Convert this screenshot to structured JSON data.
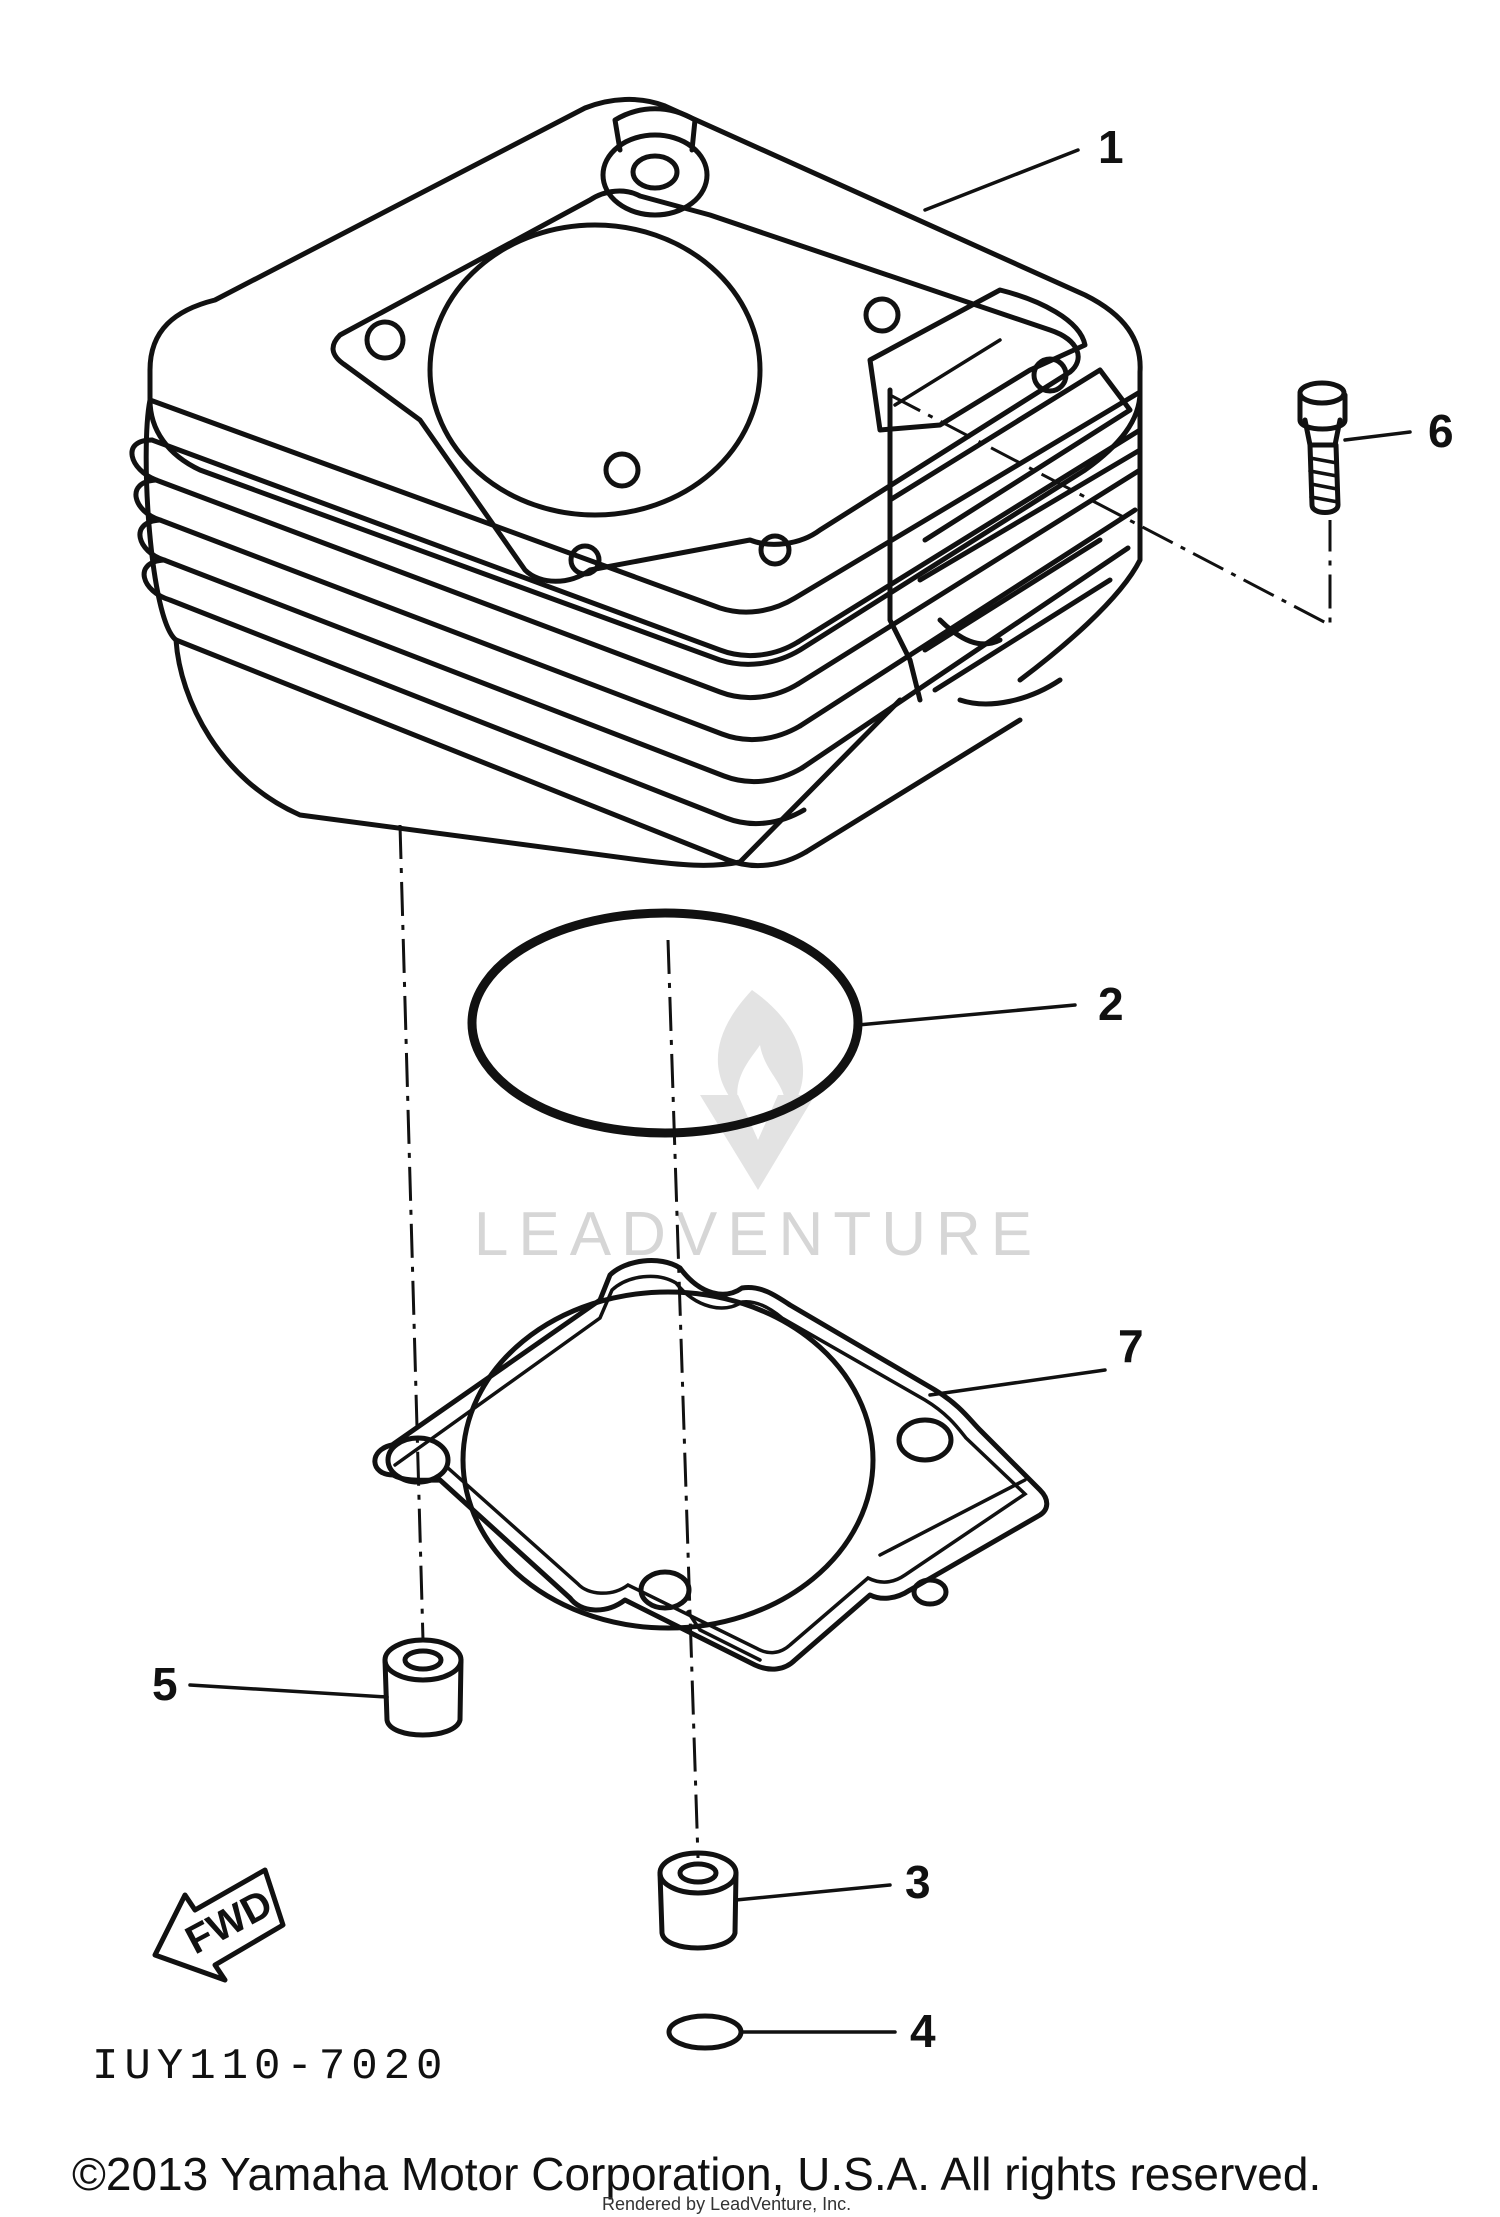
{
  "callouts": [
    {
      "id": "1",
      "label": "1"
    },
    {
      "id": "2",
      "label": "2"
    },
    {
      "id": "3",
      "label": "3"
    },
    {
      "id": "4",
      "label": "4"
    },
    {
      "id": "5",
      "label": "5"
    },
    {
      "id": "6",
      "label": "6"
    },
    {
      "id": "7",
      "label": "7"
    }
  ],
  "direction_label": "FWD",
  "diagram_code": "IUY110-7020",
  "watermark": "LEADVENTURE",
  "copyright": "©2013 Yamaha Motor Corporation, U.S.A. All rights reserved.",
  "small_print": "Rendered by LeadVenture, Inc."
}
